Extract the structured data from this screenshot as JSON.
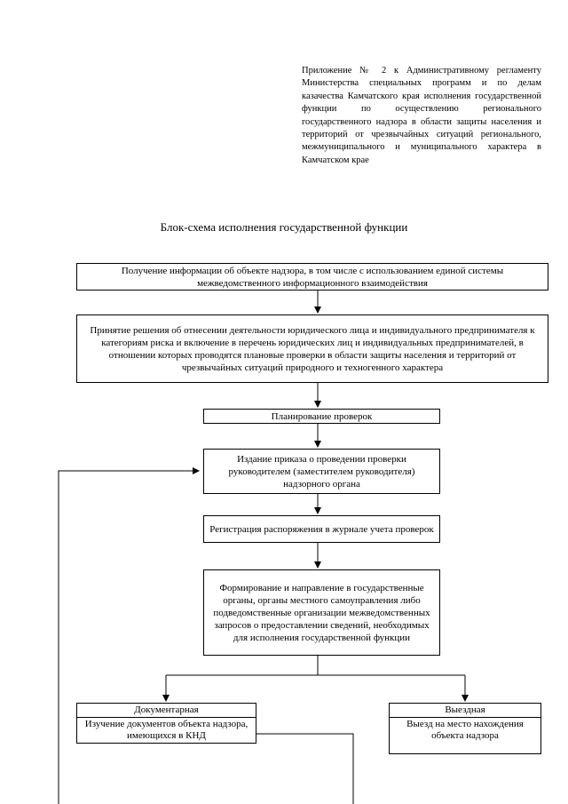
{
  "appendix_text": "Приложение № 2 к Административному регламенту Министерства специальных программ и по делам казачества Камчатского края исполнения государственной функции по осуществлению регионального государственного надзора в области защиты населения и территорий от чрезвычайных ситуаций регионального, межмуниципального и муниципального характера в Камчатском крае",
  "title": "Блок-схема исполнения государственной функции",
  "steps": {
    "receive_info": "Получение информации об объекте надзора, в том числе с использованием единой системы межведомственного информационного взаимодействия",
    "risk_decision": "Принятие решения об отнесении деятельности юридического лица и индивидуального предпринимателя к категориям риска и включение в перечень юридических лиц и индивидуальных предпринимателей, в отношении которых проводятся плановые проверки в области защиты населения и территорий от чрезвычайных ситуаций природного и техногенного характера",
    "planning": "Планирование проверок",
    "order": "Издание приказа о проведении проверки руководителем (заместителем руководителя) надзорного органа",
    "registration": "Регистрация распоряжения в журнале учета проверок",
    "requests": "Формирование и направление в государственные органы, органы местного самоуправления либо подведомственные организации межведомственных запросов о предоставлении сведений, необходимых для исполнения государственной функции",
    "documentary_title": "Документарная",
    "documentary_body": "Изучение документов объекта надзора, имеющихся в КНД",
    "onsite_title": "Выездная",
    "onsite_body": "Выезд на место нахождения объекта надзора"
  }
}
